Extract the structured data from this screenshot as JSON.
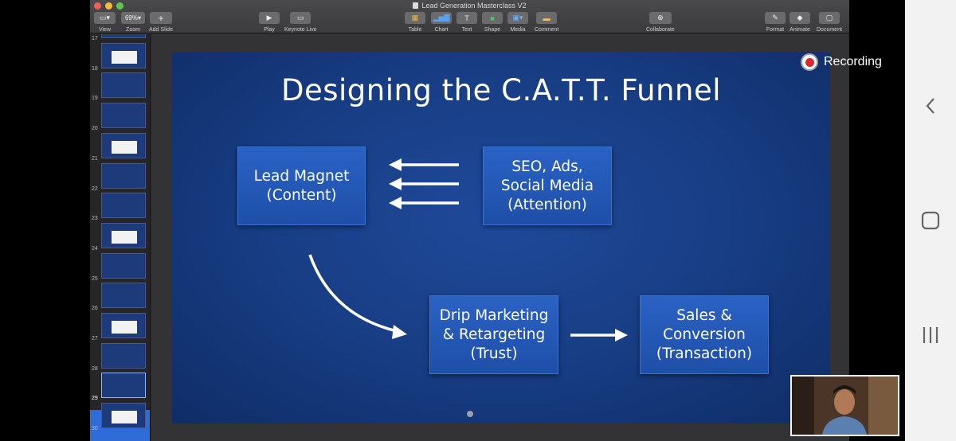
{
  "window": {
    "title": "Lead Generation Masterclass V2"
  },
  "toolbar": {
    "view": "View",
    "zoom_value": "69%",
    "zoom": "Zoom",
    "add_slide": "Add Slide",
    "play": "Play",
    "keynote_live": "Keynote Live",
    "table": "Table",
    "chart": "Chart",
    "text": "Text",
    "shape": "Shape",
    "media": "Media",
    "comment": "Comment",
    "collaborate": "Collaborate",
    "format": "Format",
    "animate": "Animate",
    "document": "Document"
  },
  "navigator": {
    "slide_numbers": [
      "17",
      "18",
      "19",
      "20",
      "21",
      "22",
      "23",
      "24",
      "25",
      "26",
      "27",
      "28",
      "29",
      "30"
    ],
    "selected_slide": "29"
  },
  "slide": {
    "title": "Designing the C.A.T.T. Funnel",
    "boxes": {
      "lead_magnet": [
        "Lead Magnet",
        "(Content)"
      ],
      "seo": [
        "SEO, Ads,",
        "Social Media",
        "(Attention)"
      ],
      "drip": [
        "Drip Marketing",
        "& Retargeting",
        "(Trust)"
      ],
      "sales": [
        "Sales &",
        "Conversion",
        "(Transaction)"
      ]
    }
  },
  "overlay": {
    "recording_label": "Recording"
  },
  "colors": {
    "slide_bg": "#173c82",
    "box_bg": "#2458b8",
    "selection": "#2f6cd8",
    "record_red": "#e0262c"
  }
}
